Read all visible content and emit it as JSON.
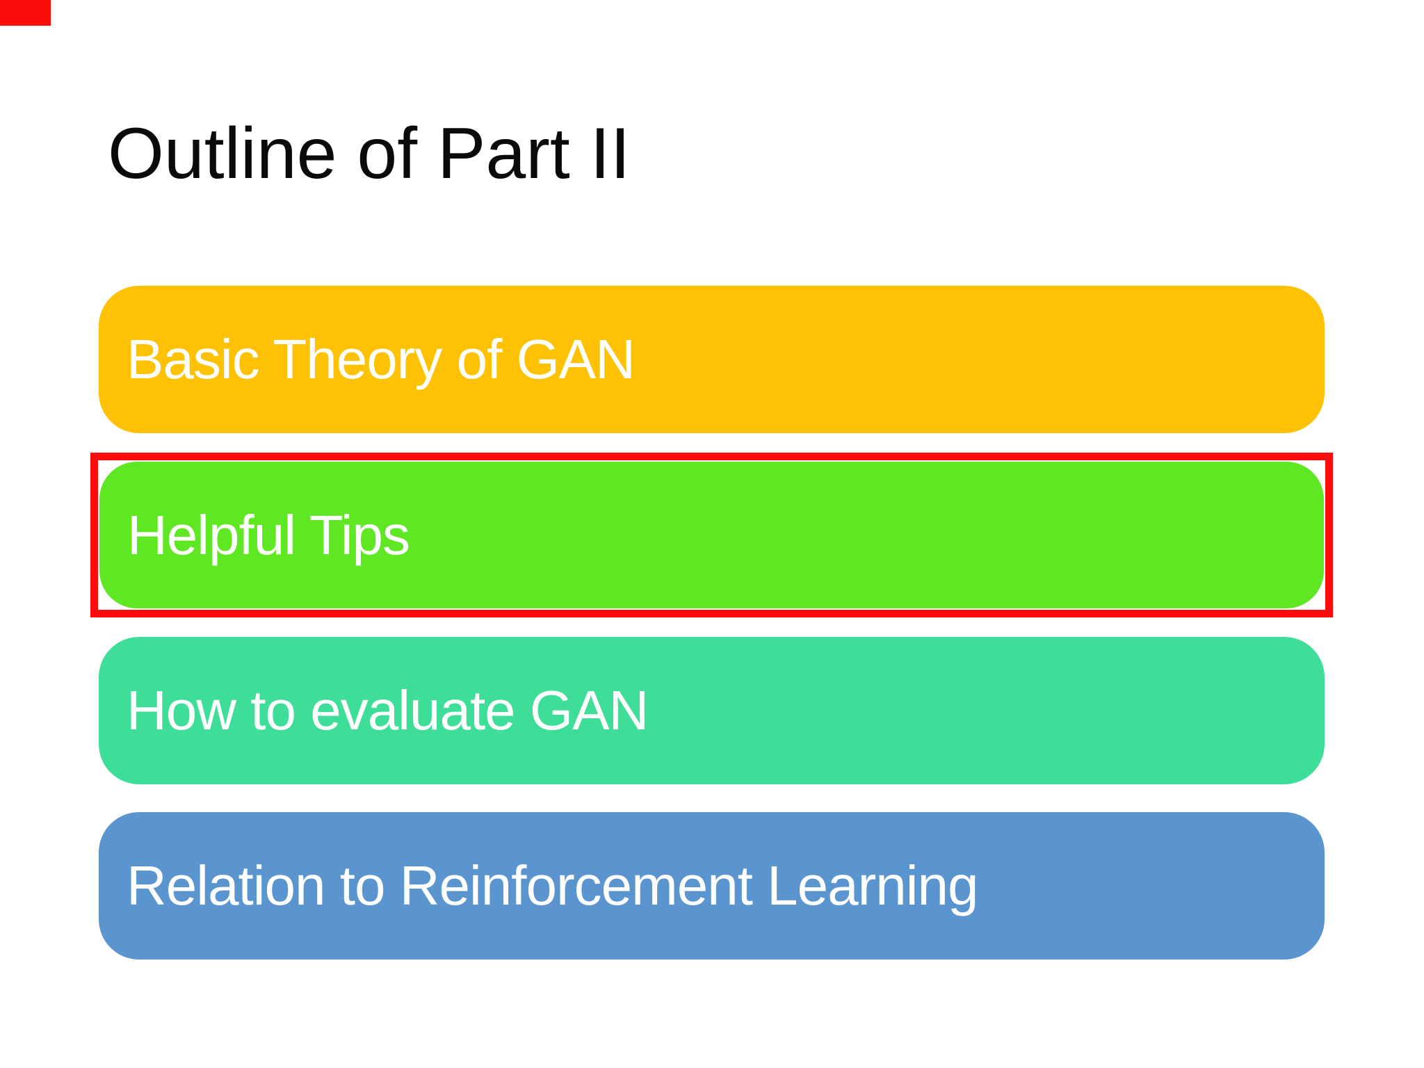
{
  "slide": {
    "title": "Outline of Part II",
    "items": [
      {
        "label": "Basic Theory of GAN",
        "color": "#fec103"
      },
      {
        "label": "Helpful Tips",
        "color": "#60e723",
        "highlighted": true
      },
      {
        "label": "How to evaluate GAN",
        "color": "#3ede98"
      },
      {
        "label": "Relation to Reinforcement Learning",
        "color": "#5b95d0"
      }
    ],
    "annotation": {
      "highlight_color": "#fb0d0d"
    },
    "text_color": "#ffffff",
    "background_color": "#ffffff"
  }
}
